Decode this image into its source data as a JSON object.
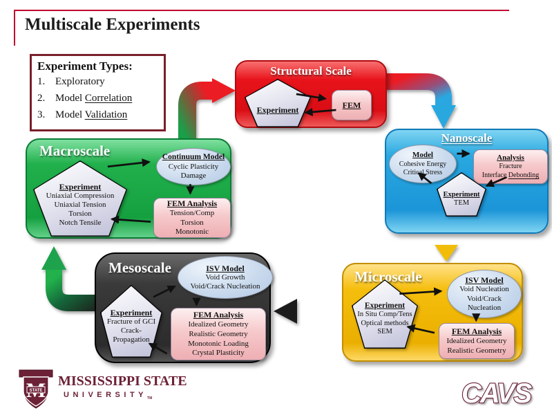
{
  "header": {
    "title": "Multiscale Experiments"
  },
  "experiment_types": {
    "heading": "Experiment Types:",
    "items": [
      {
        "num": "1.",
        "text": "Exploratory",
        "underlined": ""
      },
      {
        "num": "2.",
        "text": "Model ",
        "underlined": "Correlation"
      },
      {
        "num": "3.",
        "text": "Model ",
        "underlined": "Validation"
      }
    ]
  },
  "structural": {
    "title": "Structural Scale",
    "experiment_heading": "Experiment",
    "fem_heading": "FEM"
  },
  "nanoscale": {
    "title": "Nanoscale",
    "model_heading": "Model",
    "model_lines": [
      "Cohesive Energy",
      "Critical Stress"
    ],
    "analysis_heading": "Analysis",
    "analysis_line1": "Fracture",
    "analysis_line2_pre": "Interface ",
    "analysis_line2_underlined": "Debonding",
    "experiment_heading": "Experiment",
    "experiment_line1": "TEM"
  },
  "macroscale": {
    "title": "Macroscale",
    "experiment_heading": "Experiment",
    "experiment_lines": [
      "Uniaxial Compression",
      "Uniaxial Tension",
      "Torsion",
      "Notch Tensile"
    ],
    "model_heading": "Continuum Model",
    "model_lines": [
      "Cyclic Plasticity",
      "Damage"
    ],
    "fem_heading": "FEM Analysis",
    "fem_lines": [
      "Tension/Comp",
      "Torsion",
      "Monotonic"
    ]
  },
  "mesoscale": {
    "title": "Mesoscale",
    "experiment_heading": "Experiment",
    "experiment_lines": [
      "Fracture of GCI",
      "Crack-",
      "Propagation"
    ],
    "model_heading": "ISV Model",
    "model_lines": [
      "Void Growth",
      "Void/Crack Nucleation"
    ],
    "fem_heading": "FEM Analysis",
    "fem_lines": [
      "Idealized Geometry",
      "Realistic Geometry",
      "Monotonic Loading",
      "Crystal Plasticity"
    ]
  },
  "microscale": {
    "title": "Microscale",
    "experiment_heading": "Experiment",
    "experiment_lines": [
      "In Situ Comp/Tens",
      "Optical methods",
      "SEM"
    ],
    "model_heading": "ISV Model",
    "model_lines": [
      "Void Nucleation",
      "Void/Crack",
      "Nucleation"
    ],
    "fem_heading": "FEM Analysis",
    "fem_lines": [
      "Idealized Geometry",
      "Realistic Geometry"
    ]
  },
  "logos": {
    "msu_line1": "MISSISSIPPI STATE",
    "msu_line2": "UNIVERSITY",
    "msu_tm": "TM",
    "msu_shield_letter": "M",
    "msu_shield_banner": "STATE",
    "cavs": "CAVS"
  },
  "colors": {
    "structural_red": "#EC1C24",
    "nanoscale_blue": "#29A8E0",
    "macroscale_green": "#21B04C",
    "mesoscale_dark": "#3A3A3A",
    "microscale_gold": "#F5BE0D",
    "maroon": "#6C2136",
    "header_rule": "#C10230"
  }
}
